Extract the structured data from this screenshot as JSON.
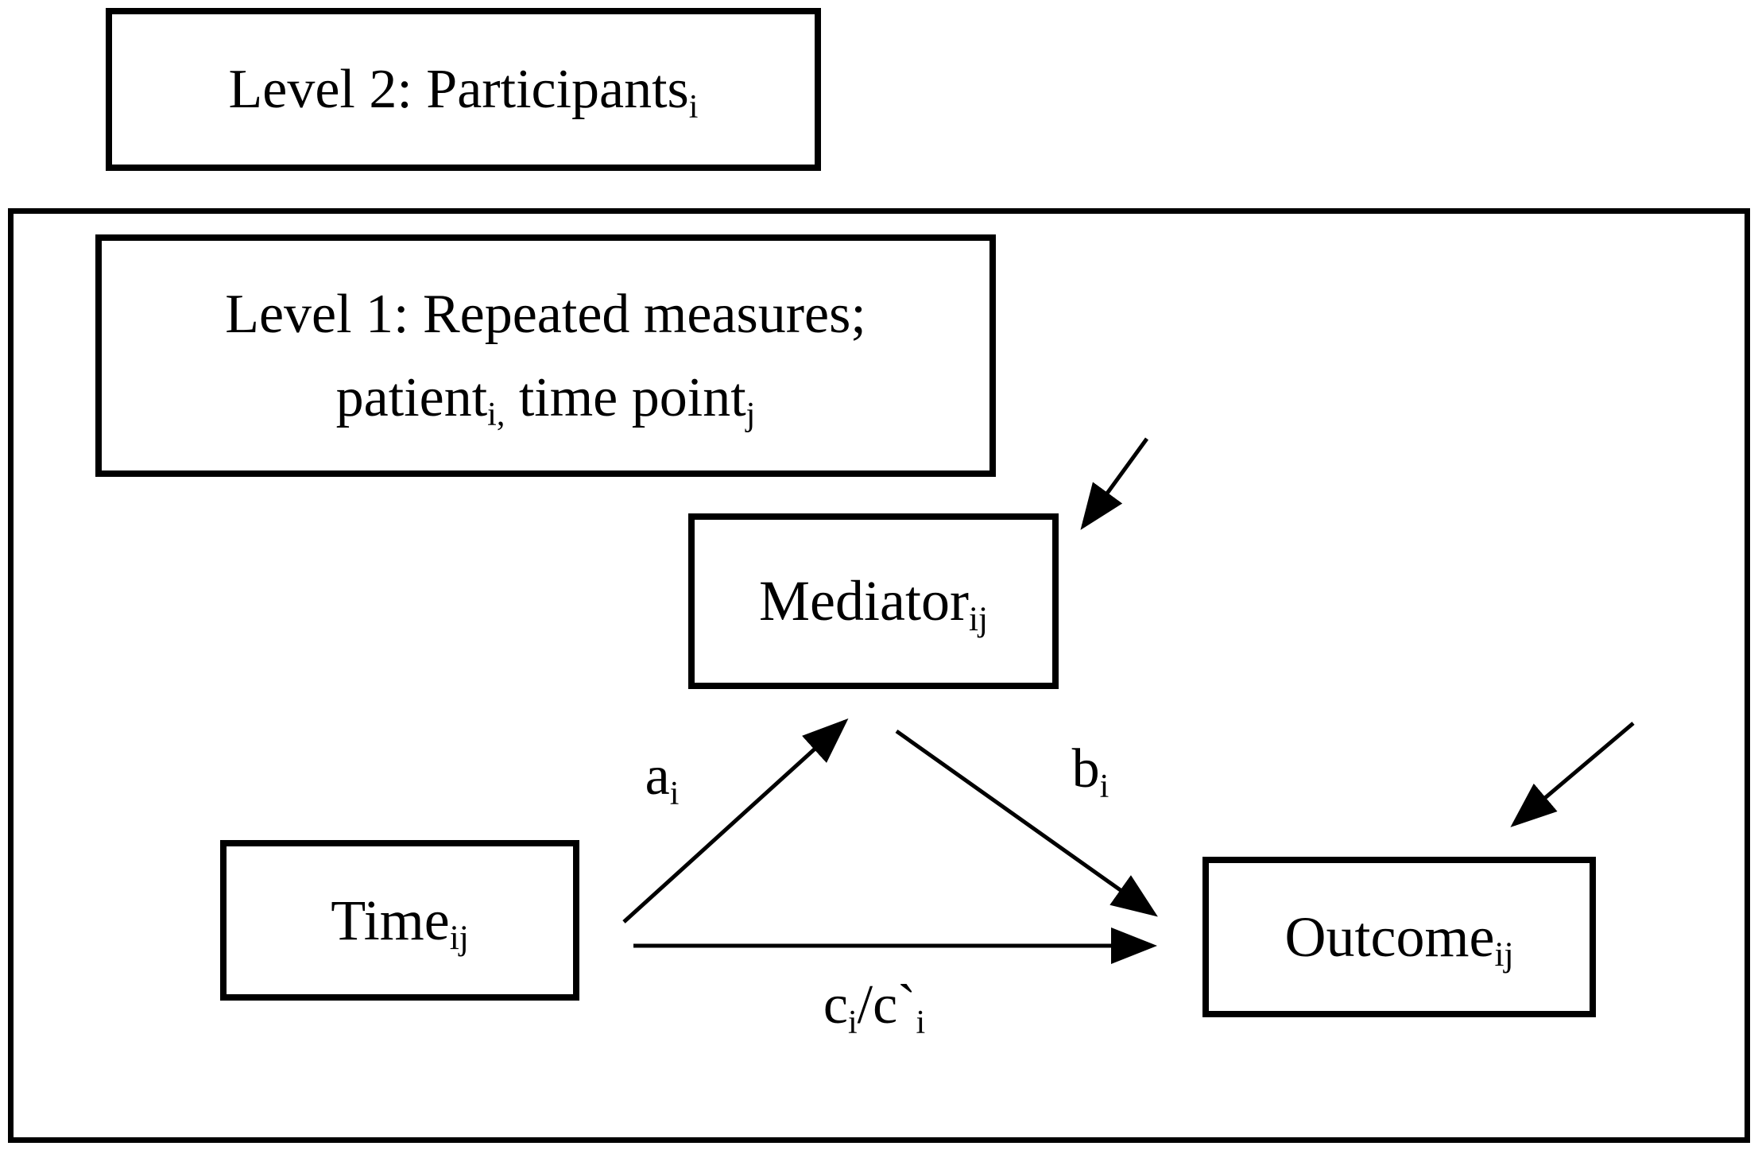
{
  "level2": {
    "text": "Level 2: Participants",
    "sub": "i"
  },
  "level1": {
    "line1": "Level 1: Repeated measures;",
    "line2": {
      "part1": "patient",
      "sub1": "i,",
      "part2": " time point",
      "sub2": "j"
    }
  },
  "nodes": {
    "mediator": {
      "label": "Mediator",
      "sub": "ij"
    },
    "time": {
      "label": "Time",
      "sub": "ij"
    },
    "outcome": {
      "label": "Outcome",
      "sub": "ij"
    }
  },
  "edges": {
    "a": {
      "label": "a",
      "sub": "i"
    },
    "b": {
      "label": "b",
      "sub": "i"
    },
    "c": {
      "part1": "c",
      "sub1": "i",
      "part2": "/c`",
      "sub2": "i"
    }
  },
  "colors": {
    "line": "#000000",
    "background": "#ffffff"
  }
}
